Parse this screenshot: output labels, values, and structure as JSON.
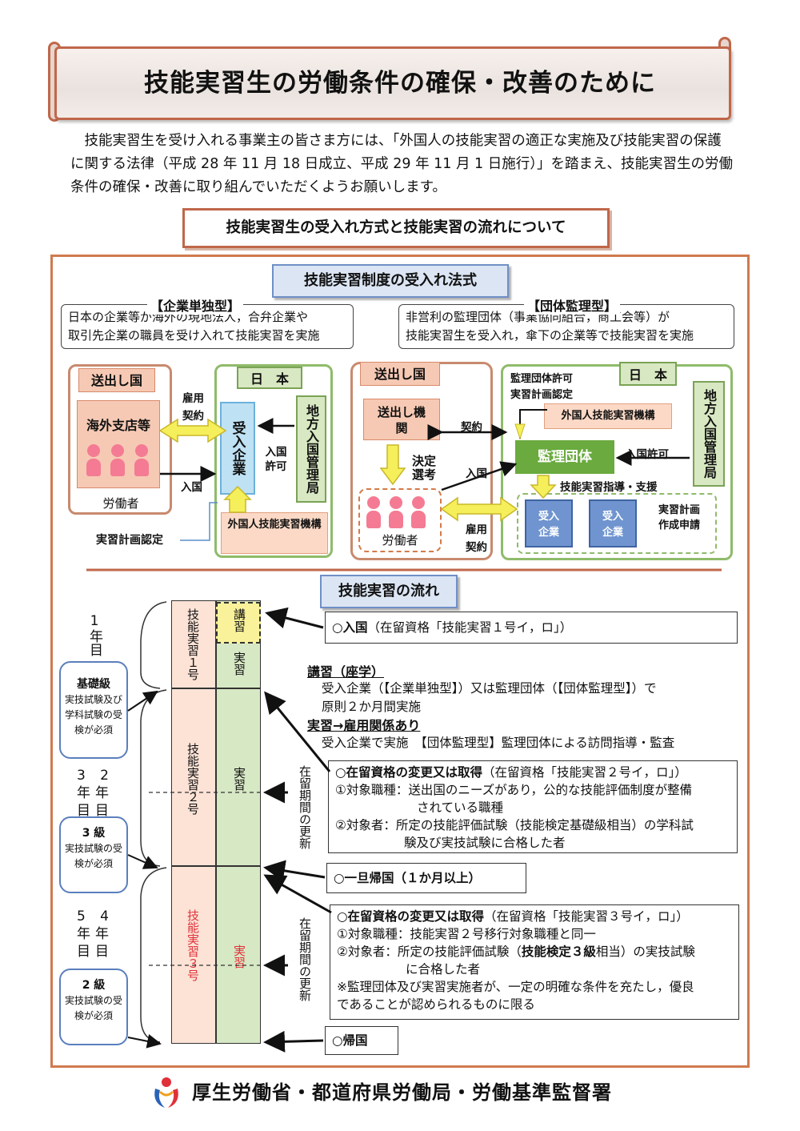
{
  "header": {
    "title": "技能実習生の労働条件の確保・改善のために"
  },
  "intro": "技能実習生を受け入れる事業主の皆さま方には、「外国人の技能実習の適正な実施及び技能実習の保護に関する法律（平成 28 年 11 月 18 日成立、平成 29 年 11 月 1 日施行）」を踏まえ、技能実習生の労働条件の確保・改善に取り組んでいただくようお願いします。",
  "section_heading": "技能実習生の受入れ方式と技能実習の流れについて",
  "acceptance": {
    "heading": "技能実習制度の受入れ法式",
    "company_type": {
      "title": "【企業単独型】",
      "desc1": "日本の企業等が海外の現地法人，合弁企業や",
      "desc2": "取引先企業の職員を受け入れて技能実習を実施"
    },
    "group_type": {
      "title": "【団体監理型】",
      "desc1": "非営利の監理団体（事業協同組合，商工会等）が",
      "desc2": "技能実習生を受入れ，傘下の企業等で技能実習を実施"
    },
    "left_diagram": {
      "sending_country": "送出し国",
      "overseas_branch": "海外支店等",
      "workers": "労働者",
      "employment": "雇用",
      "contract": "契約",
      "entry": "入国",
      "japan": "日　本",
      "accepting_company": "受入企業",
      "immigration_bureau": "地方入国管理局",
      "entry_permit": "入国許可",
      "plan_approval": "実習計画認定",
      "otit": "外国人技能実習機構"
    },
    "right_diagram": {
      "sending_country": "送出し国",
      "sending_agency": "送出し機関",
      "selection": "決定選考",
      "workers": "労働者",
      "contract": "契約",
      "entry": "入国",
      "employment": "雇用",
      "contract2": "契約",
      "japan": "日　本",
      "license_note1": "監理団体許可",
      "license_note2": "実習計画認定",
      "otit": "外国人技能実習機構",
      "supervising_org": "監理団体",
      "entry_permit": "入国許可",
      "immigration_bureau": "地方入国管理局",
      "guidance": "技能実習指導・支援",
      "company1": "受入企業",
      "company2": "受入企業",
      "plan_note": "実習計画作成申請"
    }
  },
  "flow": {
    "heading": "技能実習の流れ",
    "year1": "1年目",
    "year23": "３　２年　年目　目",
    "year3": "3",
    "year2": "2",
    "year45_5": "5",
    "year45_4": "4",
    "nen": "年",
    "me": "目",
    "basic": {
      "title": "基礎級",
      "text": "実技試験及び学科試験の受検が必須"
    },
    "grade3": {
      "title": "3 級",
      "text": "実技試験の受検が必須"
    },
    "grade2": {
      "title": "2 級",
      "text": "実技試験の受検が必須"
    },
    "col_no1": "技能実習１号",
    "col_no2": "技能実習２号",
    "col_no3": "技能実習３号",
    "lecture": "講習",
    "practice1": "実習",
    "practice2": "実習",
    "practice3": "実習",
    "renewal1": "在留期間の更新",
    "renewal2": "在留期間の更新",
    "entry_box": {
      "bold": "○入国",
      "rest": "（在留資格「技能実習１号イ，ロ」）"
    },
    "lecture_title": "講習（座学）",
    "lecture_desc1": "受入企業（【企業単独型】）又は監理団体（【団体監理型】）で",
    "lecture_desc2": "原則２か月間実施",
    "practice_title": "実習→雇用関係あり",
    "practice_desc": "受入企業で実施　【団体監理型】監理団体による訪問指導・監査",
    "change2": {
      "bold": "○在留資格の変更又は取得",
      "rest": "（在留資格「技能実習２号イ，ロ」）",
      "l1": "①対象職種：送出国のニーズがあり，公的な技能評価制度が整備",
      "l1b": "されている職種",
      "l2": "②対象者：所定の技能評価試験（技能検定基礎級相当）の学科試",
      "l2b": "験及び実技試験に合格した者"
    },
    "temp_return": "○一旦帰国（１か月以上）",
    "change3": {
      "bold": "○在留資格の変更又は取得",
      "rest": "（在留資格「技能実習３号イ，ロ」）",
      "l1": "①対象職種：技能実習２号移行対象職種と同一",
      "l2a": "②対象者：所定の技能評価試験（",
      "l2bold": "技能検定３級",
      "l2c": "相当）の実技試験",
      "l2b": "に合格した者",
      "l3": "※監理団体及び実習実施者が、一定の明確な条件を充たし，優良",
      "l3b": "であることが認められるものに限る"
    },
    "return": "○帰国"
  },
  "footer": "厚生労働省・都道府県労働局・労働基準監督署",
  "colors": {
    "accent": "#c0674a",
    "blue": "#6f8fc6",
    "green": "#8fbb6a",
    "red": "#e0303a"
  }
}
